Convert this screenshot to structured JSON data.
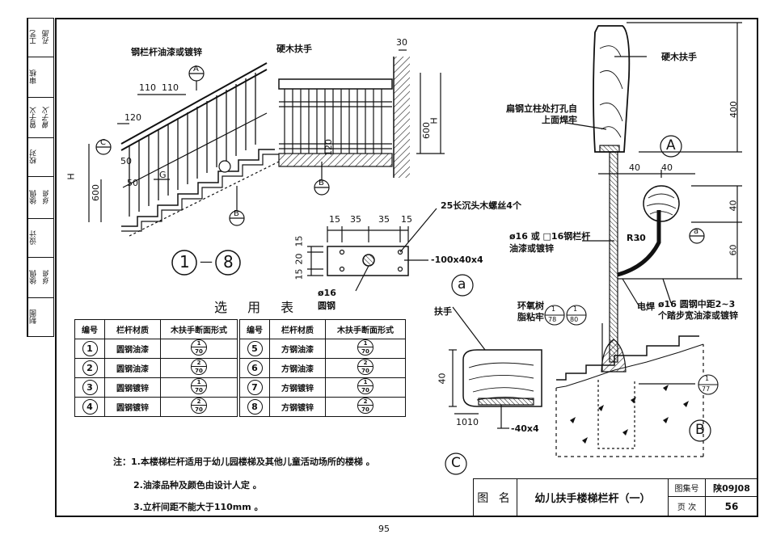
{
  "stamp": [
    {
      "role": "工艺",
      "sig": "孔图"
    },
    {
      "role": "审核",
      "sig": ""
    },
    {
      "role": "曾子义",
      "sig": "曾子义"
    },
    {
      "role": "校对",
      "sig": ""
    },
    {
      "role": "徐佩",
      "sig": "徐佩"
    },
    {
      "role": "设计",
      "sig": ""
    },
    {
      "role": "徐佩",
      "sig": "徐佩"
    },
    {
      "role": "制图",
      "sig": ""
    }
  ],
  "drawing": {
    "labels": {
      "rail_coating": "钢栏杆油漆或镀锌",
      "wood_handrail_top": "硬木扶手",
      "wood_handrail_right": "硬木扶手",
      "flat_steel": "扁钢立柱处打孔自上面焊牢",
      "round_steel_post": "ø16 或 □16钢栏杆油漆或镀锌",
      "weld": "电焊",
      "epoxy": "环氧树脂粘牢",
      "round_bar": "ø16 圆钢中距2~3个踏步宽油漆或镀锌",
      "screws": "25长沉头木螺丝4个",
      "plate": "-100x40x4",
      "round16": "ø16",
      "round_steel": "圆钢",
      "handrail_c": "扶手",
      "flat_c": "-40x4"
    },
    "dims": {
      "d30": "30",
      "d110a": "110",
      "d110b": "110",
      "d120": "120",
      "d50a": "50",
      "d50b": "50",
      "H_left": "H",
      "d600_left": "600",
      "G": "G",
      "d600_mid": "600",
      "H_mid": "H",
      "d120v": "120",
      "d400": "400",
      "d40a": "40",
      "d40b": "40",
      "d40v": "40",
      "d60": "60",
      "R30": "R30",
      "d15a": "15",
      "d35a": "35",
      "d35b": "35",
      "d15b": "15",
      "d15c": "15",
      "d20": "20",
      "d15d": "15",
      "d40c": "40",
      "d10a": "10",
      "d10b": "10"
    },
    "markers": {
      "A": "A",
      "B": "B",
      "C": "C",
      "a": "a",
      "A_big": "A",
      "B_big": "B",
      "C_big": "C",
      "a_big": "a",
      "range_from": "1",
      "range_dash": "—",
      "range_to": "8",
      "ref_78_n": "1",
      "ref_78_d": "78",
      "ref_80_n": "1",
      "ref_80_d": "80",
      "ref_77_n": "1",
      "ref_77_d": "77"
    }
  },
  "table": {
    "title": "选 用 表",
    "headers": [
      "编号",
      "栏杆材质",
      "木扶手断面形式"
    ],
    "left_rows": [
      {
        "no": "1",
        "material": "圆钢油漆",
        "n": "1",
        "d": "70"
      },
      {
        "no": "2",
        "material": "圆钢油漆",
        "n": "2",
        "d": "70"
      },
      {
        "no": "3",
        "material": "圆钢镀锌",
        "n": "1",
        "d": "70"
      },
      {
        "no": "4",
        "material": "圆钢镀锌",
        "n": "2",
        "d": "70"
      }
    ],
    "right_rows": [
      {
        "no": "5",
        "material": "方钢油漆",
        "n": "1",
        "d": "70"
      },
      {
        "no": "6",
        "material": "方钢油漆",
        "n": "2",
        "d": "70"
      },
      {
        "no": "7",
        "material": "方钢镀锌",
        "n": "1",
        "d": "70"
      },
      {
        "no": "8",
        "material": "方钢镀锌",
        "n": "2",
        "d": "70"
      }
    ]
  },
  "notes": [
    "注：1.本楼梯栏杆适用于幼儿园楼梯及其他儿童活动场所的楼梯 。",
    "2.油漆品种及颜色由设计人定 。",
    "3.立杆间距不能大于110mm 。"
  ],
  "titleblock": {
    "label": "图 名",
    "name": "幼儿扶手楼梯栏杆（一）",
    "set_label": "图集号",
    "set_value": "陕09J08",
    "page_label": "页 次",
    "page_value": "56"
  },
  "page_number": "95"
}
